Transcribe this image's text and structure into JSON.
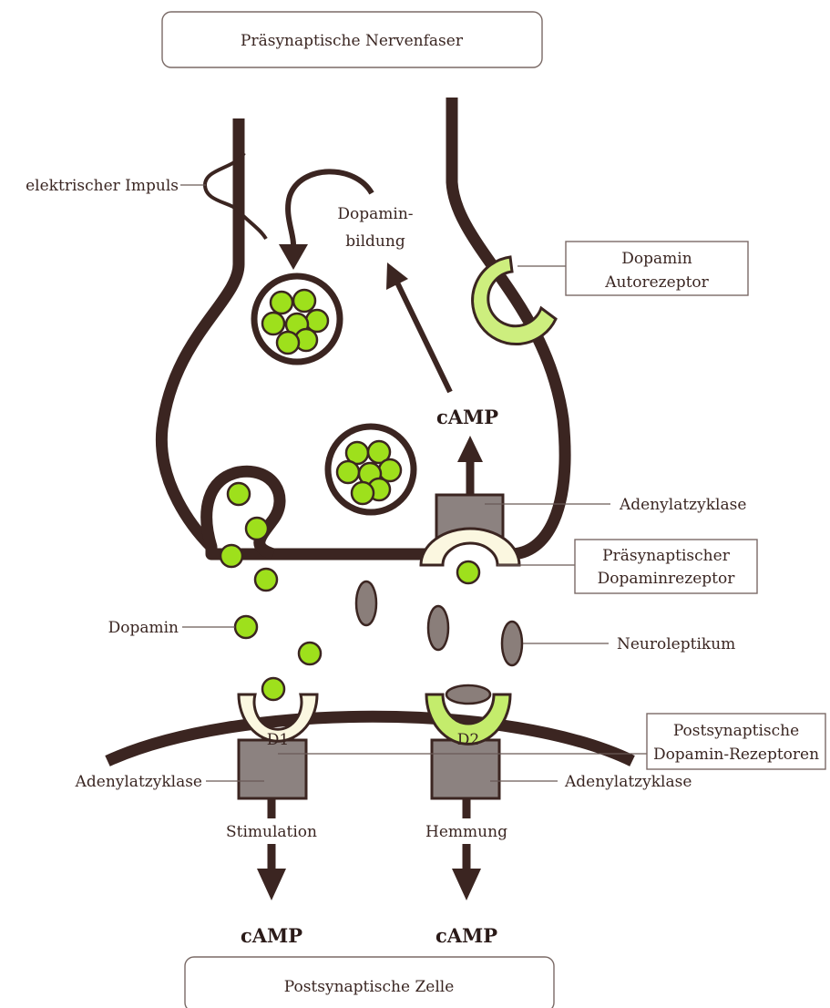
{
  "labels": {
    "presynaptic_fiber": "Präsynaptische Nervenfaser",
    "electric_impulse": "elektrischer Impuls",
    "dopamine_synthesis_line1": "Dopamin-",
    "dopamine_synthesis_line2": "bildung",
    "autoreceptor_line1": "Dopamin",
    "autoreceptor_line2": "Autorezeptor",
    "camp_presynaptic": "cAMP",
    "adenylate_cyclase_pre": "Adenylatzyklase",
    "presynaptic_receptor_line1": "Präsynaptischer",
    "presynaptic_receptor_line2": "Dopaminrezeptor",
    "dopamine": "Dopamin",
    "neuroleptic": "Neuroleptikum",
    "receptor_d1": "D1",
    "receptor_d2": "D2",
    "postsynaptic_receptors_line1": "Postsynaptische",
    "postsynaptic_receptors_line2": "Dopamin-Rezeptoren",
    "adenylate_cyclase_left": "Adenylatzyklase",
    "adenylate_cyclase_right": "Adenylatzyklase",
    "stimulation": "Stimulation",
    "inhibition": "Hemmung",
    "camp_left": "cAMP",
    "camp_right": "cAMP",
    "postsynaptic_cell": "Postsynaptische Zelle"
  },
  "colors": {
    "membrane": "#3b2521",
    "dopamine": "#9ee01c",
    "d1_receptor": "#fbf7e0",
    "d2_receptor": "#c4ec6c",
    "autoreceptor": "#cdee7e",
    "enzyme": "#8c8280",
    "neuroleptic": "#8a7e7a"
  }
}
